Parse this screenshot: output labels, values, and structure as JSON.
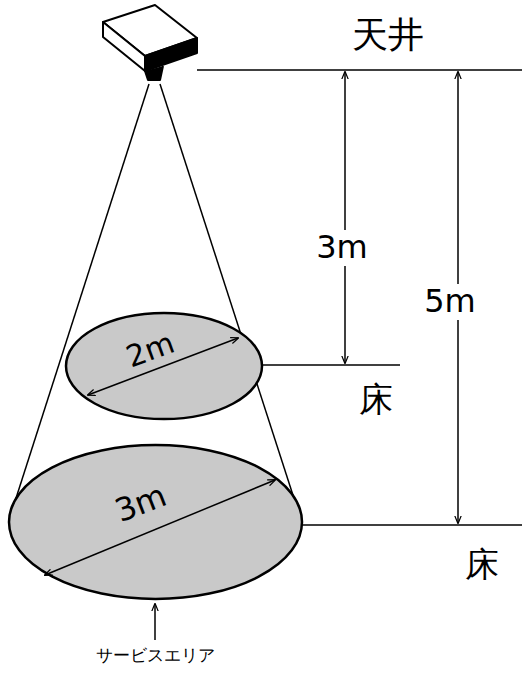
{
  "diagram": {
    "nodes": [
      {
        "text": [
          "2m"
        ]
      },
      {
        "text": [
          "3m"
        ]
      }
    ],
    "labels": [
      "天井",
      "3m",
      "5m",
      "床",
      "床",
      "サービスエリア"
    ]
  }
}
